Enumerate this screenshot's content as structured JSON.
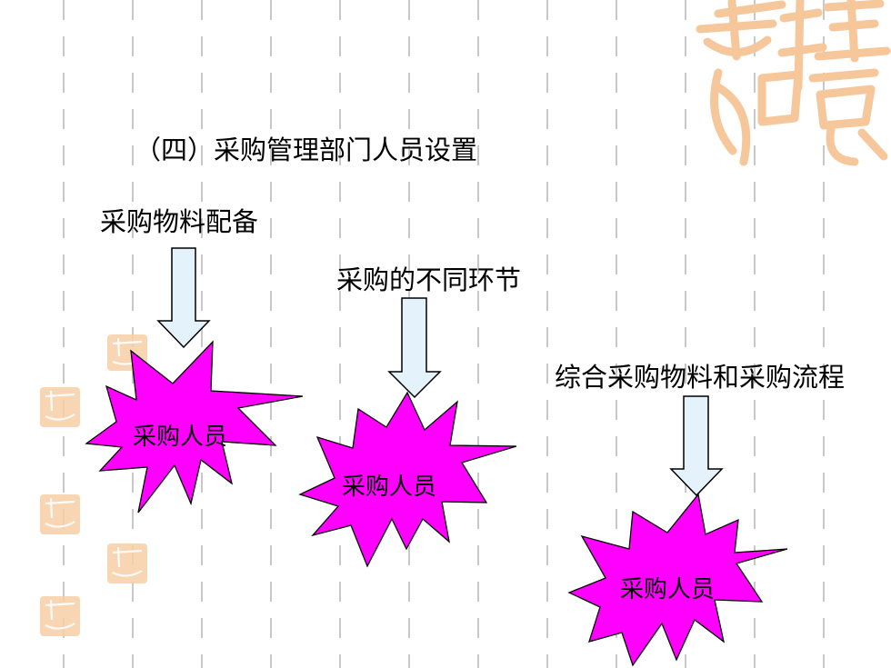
{
  "title": "（四）采购管理部门人员设置",
  "columns": [
    {
      "label": "采购物料配备",
      "star_text": "采购人员"
    },
    {
      "label": "采购的不同环节",
      "star_text": "采购人员"
    },
    {
      "label": "综合采购物料和采购流程",
      "star_text": "采购人员"
    }
  ],
  "colors": {
    "star_fill": "#ff00ff",
    "arrow_fill": "#e4f3fb",
    "seal_color": "#f6c79a",
    "dash_color": "#c8c8c8"
  },
  "icons": [
    "seal-logo-icon",
    "down-arrow-icon",
    "burst-star-icon"
  ]
}
